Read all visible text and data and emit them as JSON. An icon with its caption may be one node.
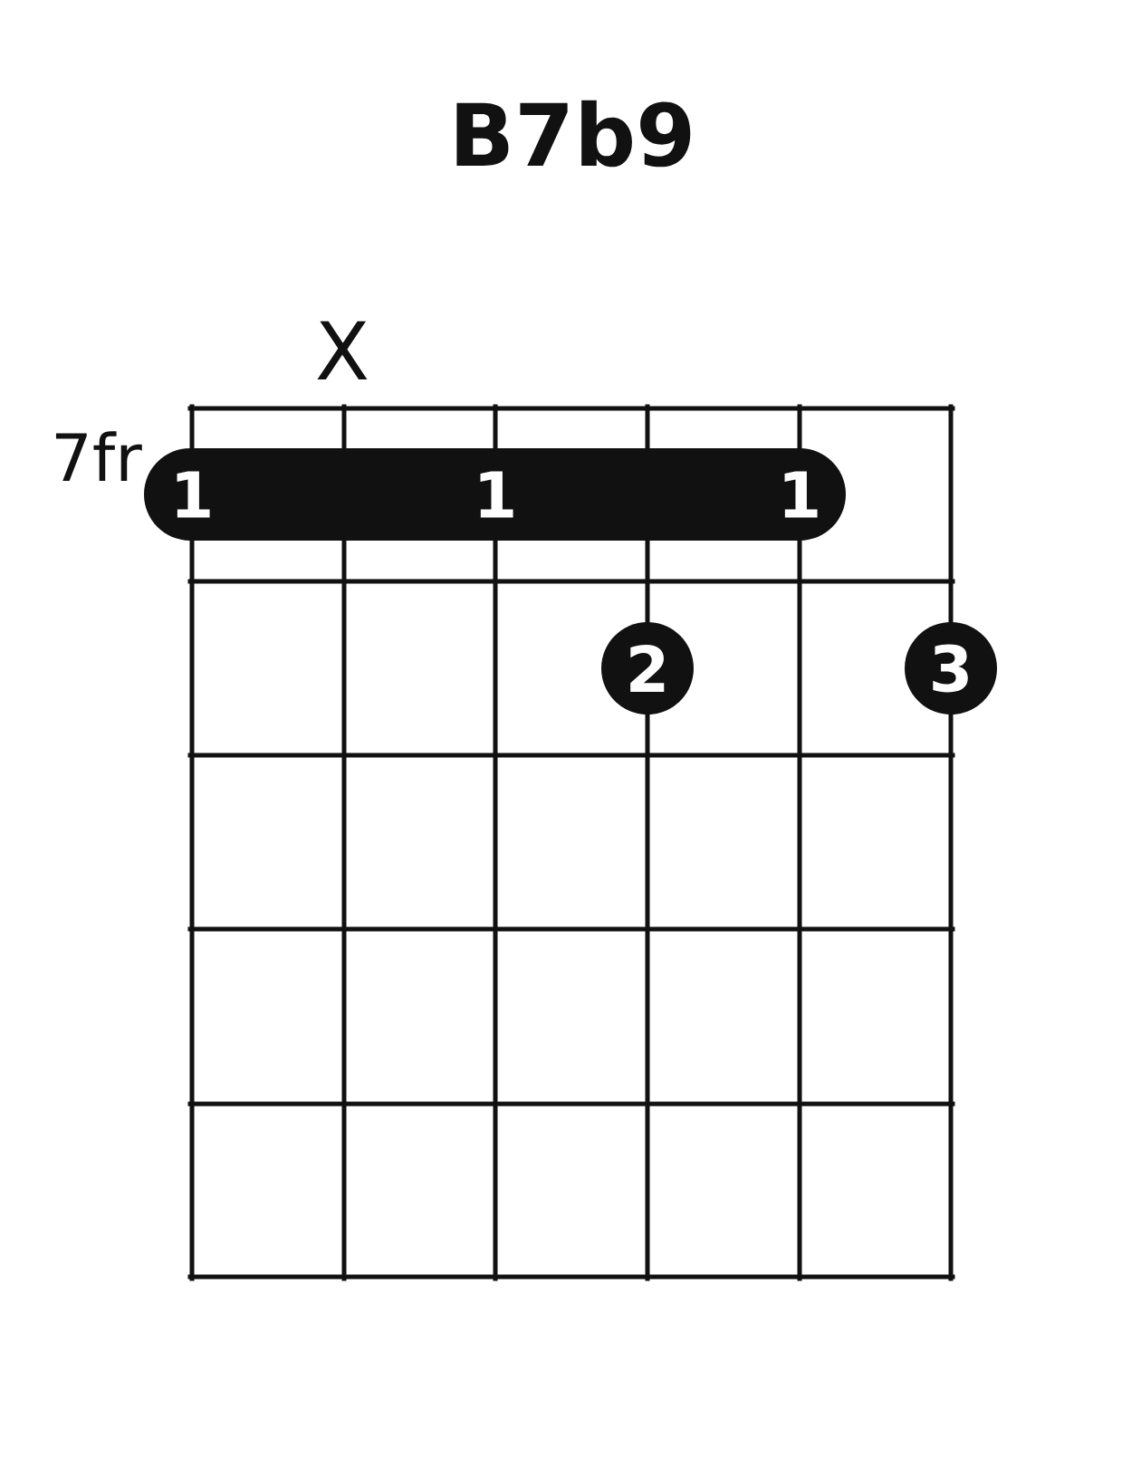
{
  "diagram": {
    "title": "B7b9",
    "nodes": [
      {
        "text": [
          "1",
          "1",
          "1"
        ]
      },
      {
        "text": [
          "2"
        ]
      },
      {
        "text": [
          "3"
        ]
      }
    ],
    "labels": [
      "X",
      "7fr"
    ]
  }
}
